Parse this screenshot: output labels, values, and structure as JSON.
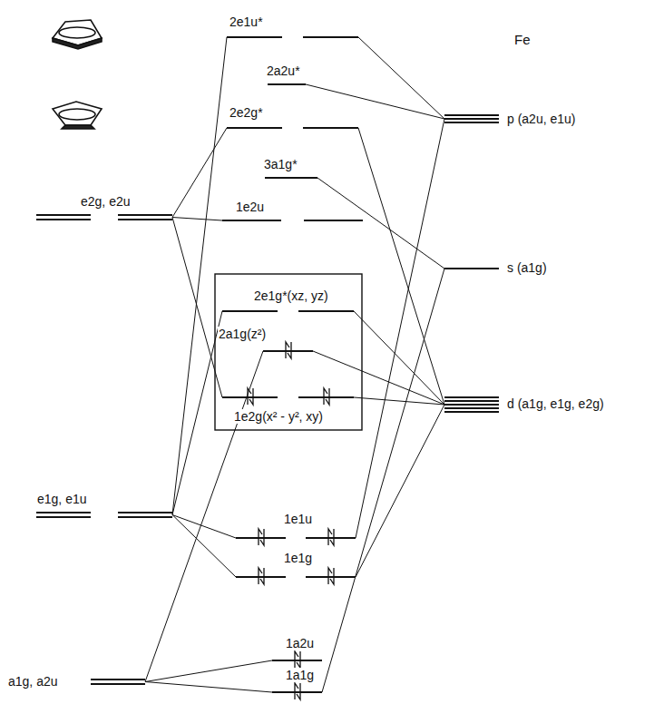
{
  "diagram": {
    "nodes": [
      {
        "text": [
          "e2g, e2u"
        ]
      },
      {
        "text": [
          "e1g, e1u"
        ]
      },
      {
        "text": [
          "a1g, a2u"
        ]
      },
      {
        "text": [
          "2e1u*"
        ]
      },
      {
        "text": [
          "2a2u*"
        ]
      },
      {
        "text": [
          "2e2g*"
        ]
      },
      {
        "text": [
          "3a1g*"
        ]
      },
      {
        "text": [
          "1e2u"
        ]
      },
      {
        "text": [
          "2e1g*(xz, yz)"
        ]
      },
      {
        "text": [
          "2a1g(z²)"
        ]
      },
      {
        "text": [
          "1e2g(x² - y², xy)"
        ]
      },
      {
        "text": [
          "1e1u"
        ]
      },
      {
        "text": [
          "1e1g"
        ]
      },
      {
        "text": [
          "1a2u"
        ]
      },
      {
        "text": [
          "1a1g"
        ]
      },
      {
        "text": [
          "p (a2u, e1u)"
        ]
      },
      {
        "text": [
          "s (a1g)"
        ]
      },
      {
        "text": [
          "d (a1g, e1g, e2g)"
        ]
      }
    ],
    "edges": [
      {
        "from": 0,
        "to": 7,
        "arrow": "none"
      },
      {
        "from": 0,
        "to": 5,
        "arrow": "none"
      },
      {
        "from": 0,
        "to": 10,
        "arrow": "none"
      },
      {
        "from": 1,
        "to": 3,
        "arrow": "none"
      },
      {
        "from": 1,
        "to": 8,
        "arrow": "none"
      },
      {
        "from": 1,
        "to": 11,
        "arrow": "none"
      },
      {
        "from": 1,
        "to": 12,
        "arrow": "none"
      },
      {
        "from": 2,
        "to": 9,
        "arrow": "none"
      },
      {
        "from": 2,
        "to": 13,
        "arrow": "none"
      },
      {
        "from": 2,
        "to": 14,
        "arrow": "none"
      },
      {
        "from": 15,
        "to": 3,
        "arrow": "none"
      },
      {
        "from": 15,
        "to": 4,
        "arrow": "none"
      },
      {
        "from": 15,
        "to": 11,
        "arrow": "none"
      },
      {
        "from": 16,
        "to": 6,
        "arrow": "none"
      },
      {
        "from": 16,
        "to": 14,
        "arrow": "none"
      },
      {
        "from": 17,
        "to": 5,
        "arrow": "none"
      },
      {
        "from": 17,
        "to": 8,
        "arrow": "none"
      },
      {
        "from": 17,
        "to": 9,
        "arrow": "none"
      },
      {
        "from": 17,
        "to": 10,
        "arrow": "none"
      },
      {
        "from": 17,
        "to": 12,
        "arrow": "none"
      }
    ],
    "labels": [
      "Fe"
    ]
  }
}
